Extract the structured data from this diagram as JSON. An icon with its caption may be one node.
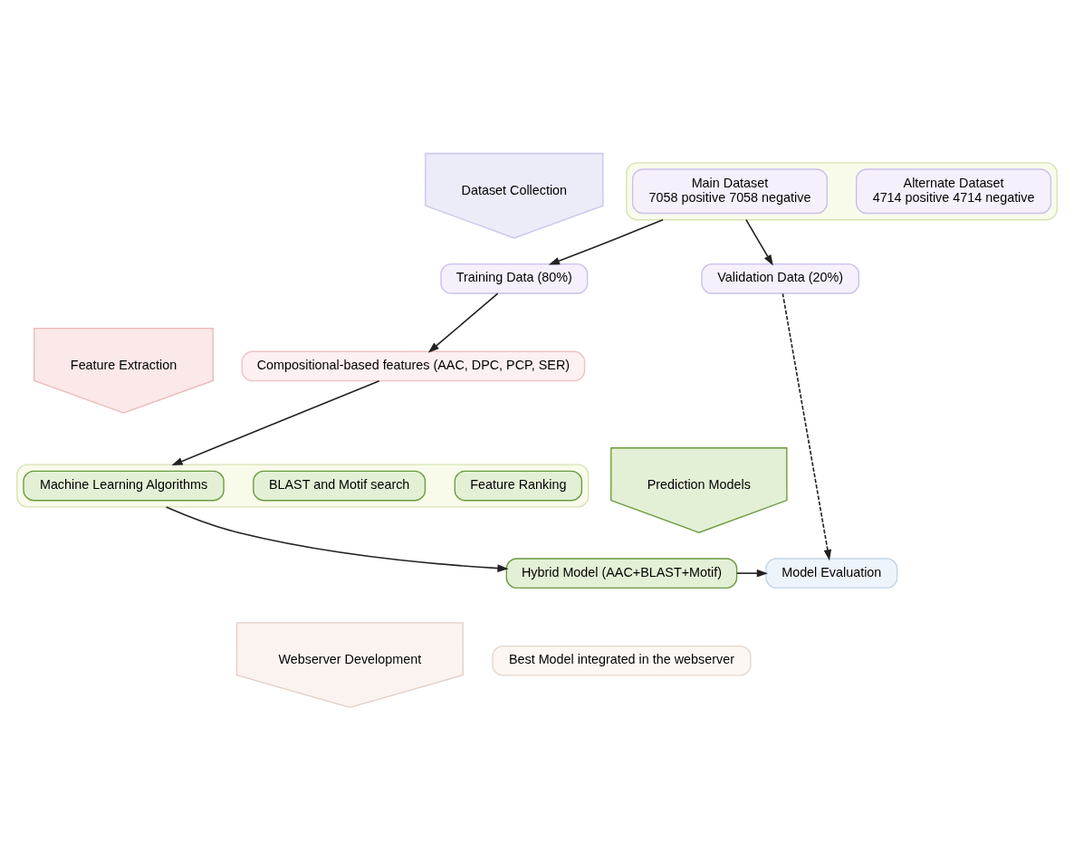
{
  "diagram": {
    "nodes": [
      {
        "text": [
          "Dataset Collection"
        ]
      },
      {
        "text": [
          "Feature Extraction"
        ]
      },
      {
        "text": [
          "Prediction Models"
        ]
      },
      {
        "text": [
          "Webserver Development"
        ]
      },
      {
        "text": [],
        "shape": "box"
      },
      {
        "text": [
          "Main Dataset",
          "7058 positive 7058 negative"
        ],
        "in": 4
      },
      {
        "text": [
          "Alternate Dataset",
          "4714 positive 4714 negative"
        ],
        "in": 4
      },
      {
        "text": [
          "Training Data (80%)"
        ]
      },
      {
        "text": [
          "Validation Data (20%)"
        ]
      },
      {
        "text": [
          "Compositional-based features (AAC, DPC, PCP, SER)"
        ]
      },
      {
        "text": [],
        "shape": "box"
      },
      {
        "text": [
          "Machine Learning Algorithms"
        ],
        "in": 10
      },
      {
        "text": [
          "BLAST and Motif search"
        ],
        "in": 10
      },
      {
        "text": [
          "Feature Ranking"
        ],
        "in": 10
      },
      {
        "text": [
          "Hybrid Model (AAC+BLAST+Motif)"
        ]
      },
      {
        "text": [
          "Model Evaluation"
        ]
      },
      {
        "text": [
          "Best Model integrated in the webserver"
        ]
      }
    ],
    "edges": [
      {
        "from": 4,
        "to": 7,
        "arrow": "to"
      },
      {
        "from": 4,
        "to": 8,
        "arrow": "to"
      },
      {
        "from": 7,
        "to": 9,
        "arrow": "to"
      },
      {
        "from": 9,
        "to": 10,
        "arrow": "to"
      },
      {
        "from": 10,
        "to": 14,
        "arrow": "to"
      },
      {
        "from": 14,
        "to": 15,
        "arrow": "to"
      },
      {
        "from": 8,
        "to": 15,
        "arrow": "to",
        "style": "dashed"
      }
    ]
  }
}
